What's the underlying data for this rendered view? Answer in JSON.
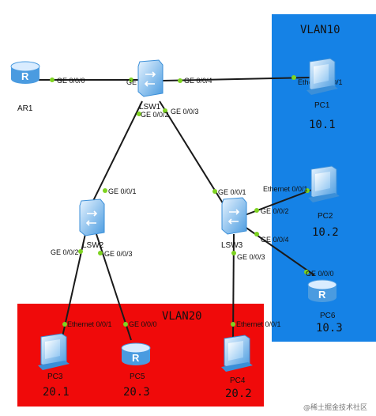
{
  "vlan_zones": [
    {
      "id": "vlan10",
      "label": "VLAN10",
      "color": "#1582e6"
    },
    {
      "id": "vlan20",
      "label": "VLAN20",
      "color": "#f00a0a"
    }
  ],
  "devices": {
    "ar1": {
      "name": "AR1",
      "type": "router"
    },
    "lsw1": {
      "name": "LSW1",
      "type": "switch"
    },
    "lsw2": {
      "name": "LSW2",
      "type": "switch"
    },
    "lsw3": {
      "name": "LSW3",
      "type": "switch"
    },
    "pc1": {
      "name": "PC1",
      "type": "pc",
      "ip": "10.1"
    },
    "pc2": {
      "name": "PC2",
      "type": "pc",
      "ip": "10.2"
    },
    "pc3": {
      "name": "PC3",
      "type": "pc",
      "ip": "20.1"
    },
    "pc4": {
      "name": "PC4",
      "type": "pc",
      "ip": "20.2"
    },
    "pc5": {
      "name": "PC5",
      "type": "router",
      "ip": "20.3"
    },
    "pc6": {
      "name": "PC6",
      "type": "router",
      "ip": "10.3"
    }
  },
  "ports": {
    "ar1_lsw1": "GE 0/0/0",
    "lsw1_ar1": "GE 0/0/1",
    "lsw1_pc1": "GE 0/0/4",
    "pc1_lsw1": "Ethernet 0/0/1",
    "lsw1_lsw2": "GE 0/0/2",
    "lsw1_lsw3": "GE 0/0/3",
    "lsw2_lsw1": "GE 0/0/1",
    "lsw3_lsw1": "GE 0/0/1",
    "lsw3_pc2": "GE 0/0/2",
    "pc2_lsw3": "Ethernet 0/0/1",
    "lsw3_pc6": "GE 0/0/4",
    "pc6_lsw3": "GE 0/0/0",
    "lsw2_pc3": "GE 0/0/2",
    "lsw2_pc5": "GE 0/0/3",
    "pc3_lsw2": "Ethernet 0/0/1",
    "pc5_lsw2": "GE 0/0/0",
    "lsw3_pc4": "GE 0/0/3",
    "pc4_lsw3": "Ethernet 0/0/1"
  },
  "watermark": "@稀土掘金技术社区",
  "colors": {
    "link": "#1a1a1a",
    "port_dot": "#7ed321",
    "device_light": "#cfe8ff",
    "device_dark": "#3b8fd8"
  }
}
